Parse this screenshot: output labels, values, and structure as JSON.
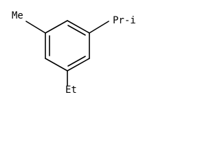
{
  "molecule": {
    "substituents": {
      "methyl": "Me",
      "isopropyl": "Pr-i",
      "ethyl": "Et"
    }
  }
}
